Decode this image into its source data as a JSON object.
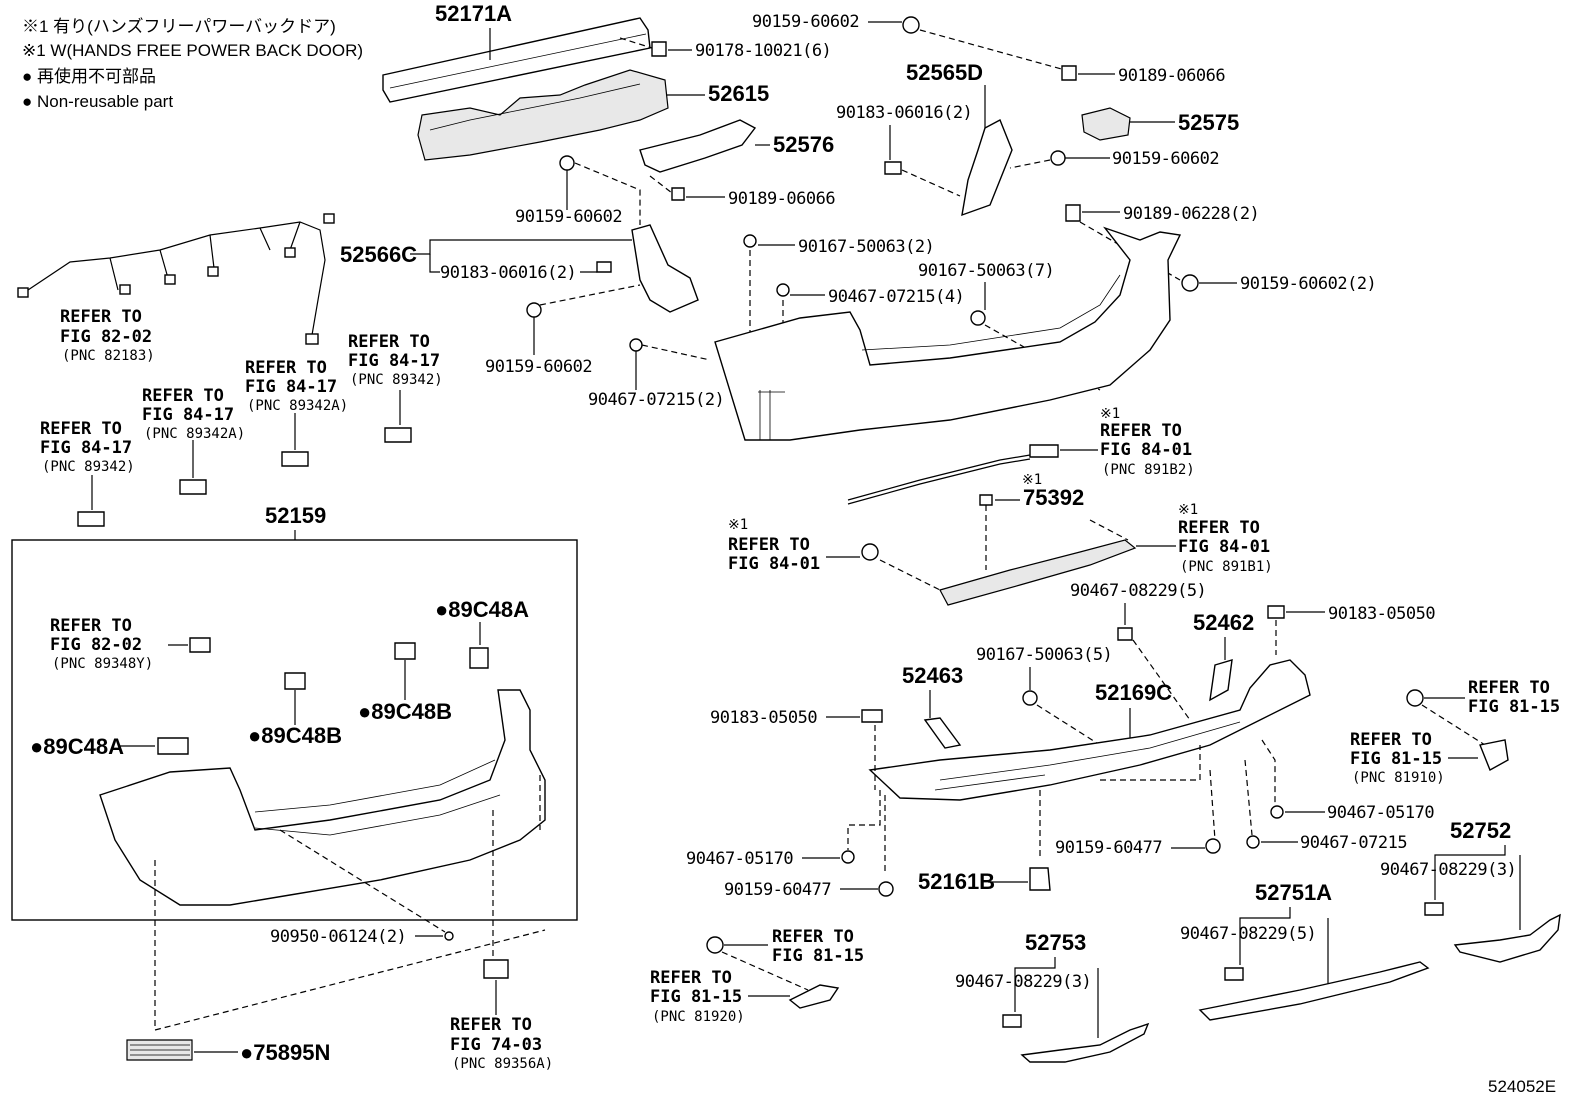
{
  "legend": {
    "note1_jp": "※1 有り(ハンズフリーパワーバックドア)",
    "note1_en": "※1 W(HANDS FREE POWER BACK DOOR)",
    "nonreusable_jp": "● 再使用不可部品",
    "nonreusable_en": "● Non-reusable part"
  },
  "diagram_id": "524052E",
  "labels": {
    "p52171A": "52171A",
    "p90178": "90178-10021(6)",
    "p52615": "52615",
    "p52576": "52576",
    "p90189a": "90189-06066",
    "p90159a": "90159-60602",
    "p52566C": "52566C",
    "p90183a": "90183-06016(2)",
    "p90159b": "90159-60602",
    "p90467a": "90467-07215(2)",
    "p90159top": "90159-60602",
    "p52565D": "52565D",
    "p90183b": "90183-06016(2)",
    "p90189b": "90189-06066",
    "p52575": "52575",
    "p90159c": "90159-60602",
    "p90189c": "90189-06228(2)",
    "p90159d": "90159-60602(2)",
    "p90167a": "90167-50063(2)",
    "p90467b": "90467-07215(4)",
    "p90167b": "90167-50063(7)",
    "p75392": "75392",
    "p90467c": "90467-08229(5)",
    "p52462": "52462",
    "p90183c": "90183-05050",
    "p52463": "52463",
    "p90167c": "90167-50063(5)",
    "p52169C": "52169C",
    "p90183d": "90183-05050",
    "p90467d": "90467-05170",
    "p90159e": "90159-60477",
    "p52161B": "52161B",
    "p90159f": "90159-60477",
    "p90467e": "90467-05170",
    "p90467f": "90467-07215",
    "p52752": "52752",
    "p90467g": "90467-08229(3)",
    "p52751A": "52751A",
    "p90467h": "90467-08229(5)",
    "p52753": "52753",
    "p90467i": "90467-08229(3)",
    "p52159": "52159",
    "p89C48A1": "●89C48A",
    "p89C48B1": "●89C48B",
    "p89C48B2": "●89C48B",
    "p89C48A2": "●89C48A",
    "p90950": "90950-06124(2)",
    "p75895N": "●75895N",
    "note_mark": "※1"
  },
  "refs": {
    "r1": [
      "REFER TO",
      "FIG 82-02",
      "(PNC 82183)"
    ],
    "r2": [
      "REFER TO",
      "FIG 84-17",
      "(PNC 89342)"
    ],
    "r3": [
      "REFER TO",
      "FIG 84-17",
      "(PNC 89342A)"
    ],
    "r4": [
      "REFER TO",
      "FIG 84-17",
      "(PNC 89342A)"
    ],
    "r5": [
      "REFER TO",
      "FIG 84-17",
      "(PNC 89342)"
    ],
    "r6": [
      "※1",
      "REFER TO",
      "FIG 84-01",
      "(PNC 891B2)"
    ],
    "r7": [
      "※1",
      "REFER TO",
      "FIG 84-01"
    ],
    "r8": [
      "※1",
      "REFER TO",
      "FIG 84-01",
      "(PNC 891B1)"
    ],
    "r9": [
      "REFER TO",
      "FIG 81-15"
    ],
    "r10": [
      "REFER TO",
      "FIG 81-15",
      "(PNC 81910)"
    ],
    "r11": [
      "REFER TO",
      "FIG 82-02",
      "(PNC 89348Y)"
    ],
    "r12": [
      "REFER TO",
      "FIG 81-15"
    ],
    "r13": [
      "REFER TO",
      "FIG 81-15",
      "(PNC 81920)"
    ],
    "r14": [
      "REFER TO",
      "FIG 74-03",
      "(PNC 89356A)"
    ]
  }
}
